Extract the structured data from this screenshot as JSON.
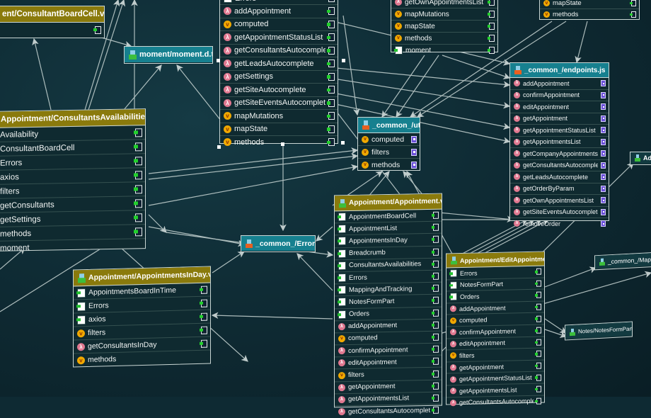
{
  "colors": {
    "background": "#0f2c35",
    "vue_header": "#8a7a0c",
    "js_header": "#16808f",
    "edge": "#c9d6d4",
    "function_icon": "#e07890",
    "vue_option_icon": "#f0a800",
    "import_port": "#22d02c",
    "export_port": "#6a4fd8"
  },
  "legend": {
    "fn_icon_glyph": "λ",
    "vue_icon_glyph": "v"
  },
  "nodes": {
    "consultant_board_cell": {
      "title": "ent/ConsultantBoardCell.vue",
      "rows": []
    },
    "moment_dts": {
      "title": "moment/moment.d.ts"
    },
    "top_center": {
      "rows": [
        {
          "label": "Errors",
          "type": "import"
        },
        {
          "label": "addAppointment",
          "type": "fn"
        },
        {
          "label": "computed",
          "type": "vue"
        },
        {
          "label": "getAppointmentStatusList",
          "type": "fn"
        },
        {
          "label": "getConsultantsAutocomplete",
          "type": "fn"
        },
        {
          "label": "getLeadsAutocomplete",
          "type": "fn"
        },
        {
          "label": "getSettings",
          "type": "fn"
        },
        {
          "label": "getSiteAutocomplete",
          "type": "fn"
        },
        {
          "label": "getSiteEventsAutocomplete",
          "type": "fn"
        },
        {
          "label": "mapMutations",
          "type": "vue"
        },
        {
          "label": "mapState",
          "type": "vue"
        },
        {
          "label": "methods",
          "type": "vue"
        }
      ]
    },
    "top_right_mid": {
      "rows": [
        {
          "label": "getOwnAppointmentsList",
          "type": "fn"
        },
        {
          "label": "mapMutations",
          "type": "vue"
        },
        {
          "label": "mapState",
          "type": "vue"
        },
        {
          "label": "methods",
          "type": "vue"
        },
        {
          "label": "moment",
          "type": "import"
        }
      ]
    },
    "top_far_right": {
      "rows": [
        {
          "label": "mapState",
          "type": "vue"
        },
        {
          "label": "methods",
          "type": "vue"
        }
      ]
    },
    "consultants_availabilities": {
      "title": "Appointment/ConsultantsAvailabilities.vue",
      "rows": [
        {
          "label": "Availability",
          "type": "import"
        },
        {
          "label": "ConsultantBoardCell",
          "type": "import"
        },
        {
          "label": "Errors",
          "type": "import"
        },
        {
          "label": "axios",
          "type": "import"
        },
        {
          "label": "filters",
          "type": "import"
        },
        {
          "label": "getConsultants",
          "type": "import"
        },
        {
          "label": "getSettings",
          "type": "import"
        },
        {
          "label": "methods",
          "type": "import"
        },
        {
          "label": "moment",
          "type": "import"
        }
      ]
    },
    "util_js": {
      "title": "_common_/util.js",
      "rows": [
        {
          "label": "computed",
          "type": "vue"
        },
        {
          "label": "filters",
          "type": "vue"
        },
        {
          "label": "methods",
          "type": "vue"
        }
      ]
    },
    "endpoints_js": {
      "title": "_common_/endpoints.js",
      "rows": [
        {
          "label": "addAppointment",
          "type": "fn"
        },
        {
          "label": "confirmAppointment",
          "type": "fn"
        },
        {
          "label": "editAppointment",
          "type": "fn"
        },
        {
          "label": "getAppointment",
          "type": "fn"
        },
        {
          "label": "getAppointmentStatusList",
          "type": "fn"
        },
        {
          "label": "getAppointmentsList",
          "type": "fn"
        },
        {
          "label": "getCompanyAppointmentsList",
          "type": "fn"
        },
        {
          "label": "getConsultantsAutocomplete",
          "type": "fn"
        },
        {
          "label": "getLeadsAutocomplete",
          "type": "fn"
        },
        {
          "label": "getOrderByParam",
          "type": "fn"
        },
        {
          "label": "getOwnAppointmentsList",
          "type": "fn"
        },
        {
          "label": "getSiteEventsAutocomplete",
          "type": "fn"
        },
        {
          "label": "removeOrder",
          "type": "fn"
        }
      ]
    },
    "admin": {
      "title": "Admi"
    },
    "errors_js": {
      "title": "_common_/Errors.js"
    },
    "appointment_vue": {
      "title": "Appointment/Appointment.vue",
      "rows": [
        {
          "label": "AppointmentBoardCell",
          "type": "import"
        },
        {
          "label": "AppointmentList",
          "type": "import"
        },
        {
          "label": "AppointmentsInDay",
          "type": "import"
        },
        {
          "label": "Breadcrumb",
          "type": "import"
        },
        {
          "label": "ConsultantsAvailabilities",
          "type": "import"
        },
        {
          "label": "Errors",
          "type": "import"
        },
        {
          "label": "MappingAndTracking",
          "type": "import"
        },
        {
          "label": "NotesFormPart",
          "type": "import"
        },
        {
          "label": "Orders",
          "type": "import"
        },
        {
          "label": "addAppointment",
          "type": "fn"
        },
        {
          "label": "computed",
          "type": "vue"
        },
        {
          "label": "confirmAppointment",
          "type": "fn"
        },
        {
          "label": "editAppointment",
          "type": "fn"
        },
        {
          "label": "filters",
          "type": "vue"
        },
        {
          "label": "getAppointment",
          "type": "fn"
        },
        {
          "label": "getAppointmentsList",
          "type": "fn"
        },
        {
          "label": "getConsultantsAutocomplete",
          "type": "fn"
        }
      ]
    },
    "appointments_in_day": {
      "title": "Appointment/AppointmentsInDay.vue",
      "rows": [
        {
          "label": "AppointmentsBoardInTime",
          "type": "import"
        },
        {
          "label": "Errors",
          "type": "import"
        },
        {
          "label": "axios",
          "type": "import"
        },
        {
          "label": "filters",
          "type": "vue"
        },
        {
          "label": "getConsultantsInDay",
          "type": "fn"
        },
        {
          "label": "methods",
          "type": "vue"
        }
      ]
    },
    "edit_appointment": {
      "title": "Appointment/EditAppointment.vue",
      "rows": [
        {
          "label": "Errors",
          "type": "import"
        },
        {
          "label": "NotesFormPart",
          "type": "import"
        },
        {
          "label": "Orders",
          "type": "import"
        },
        {
          "label": "addAppointment",
          "type": "fn"
        },
        {
          "label": "computed",
          "type": "vue"
        },
        {
          "label": "confirmAppointment",
          "type": "fn"
        },
        {
          "label": "editAppointment",
          "type": "fn"
        },
        {
          "label": "filters",
          "type": "vue"
        },
        {
          "label": "getAppointment",
          "type": "fn"
        },
        {
          "label": "getAppointmentStatusList",
          "type": "fn"
        },
        {
          "label": "getAppointmentsList",
          "type": "fn"
        },
        {
          "label": "getConsultantsAutocomplete",
          "type": "fn"
        }
      ]
    },
    "mapping_js": {
      "title": "_common_/MappingAn"
    },
    "notes_form_part": {
      "title": "Notes/NotesFormPart.vue"
    }
  }
}
